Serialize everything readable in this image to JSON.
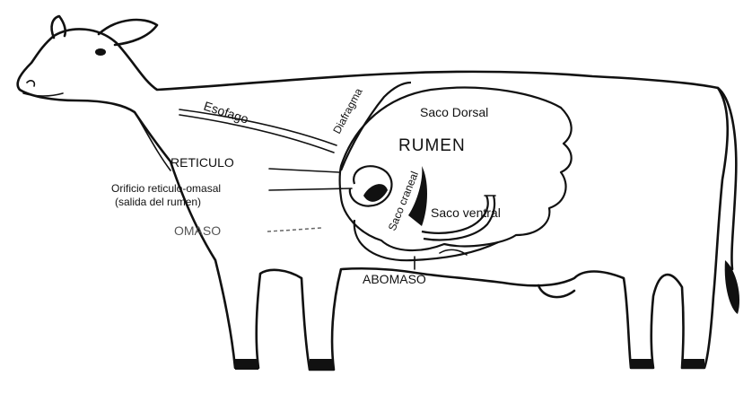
{
  "labels": {
    "esofago": "Esofago",
    "diafragma": "Diafragma",
    "saco_dorsal": "Saco Dorsal",
    "rumen": "RUMEN",
    "reticulo": "RETICULO",
    "orificio_line1": "Orificio reticulo-omasal",
    "orificio_line2": "(salida del rumen)",
    "saco_craneal": "Saco craneal",
    "saco_ventral": "Saco ventral",
    "omaso": "OMASO",
    "abomaso": "ABOMASO"
  }
}
